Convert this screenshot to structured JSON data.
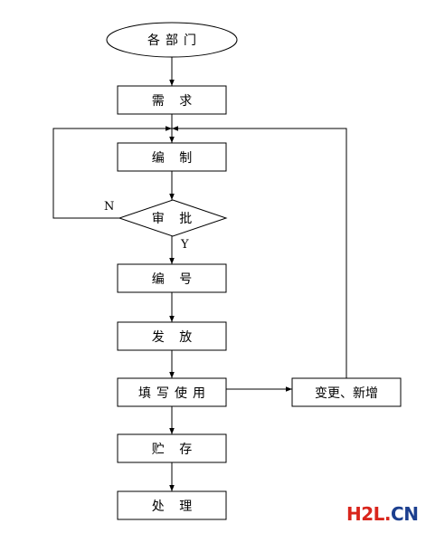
{
  "nodes": {
    "start": "各部门",
    "demand": "需 求",
    "compile": "编 制",
    "approve": "审 批",
    "number": "编 号",
    "issue": "发 放",
    "fill_use": "填写使用",
    "change_add": "变更、新增",
    "store": "贮 存",
    "handle": "处 理"
  },
  "edges": {
    "no_label": "N",
    "yes_label": "Y"
  },
  "watermark": {
    "main": "H2L",
    "dot": ".",
    "suffix": "CN",
    "colors": {
      "main": "#d9251c",
      "suffix": "#1c3f8f"
    }
  }
}
